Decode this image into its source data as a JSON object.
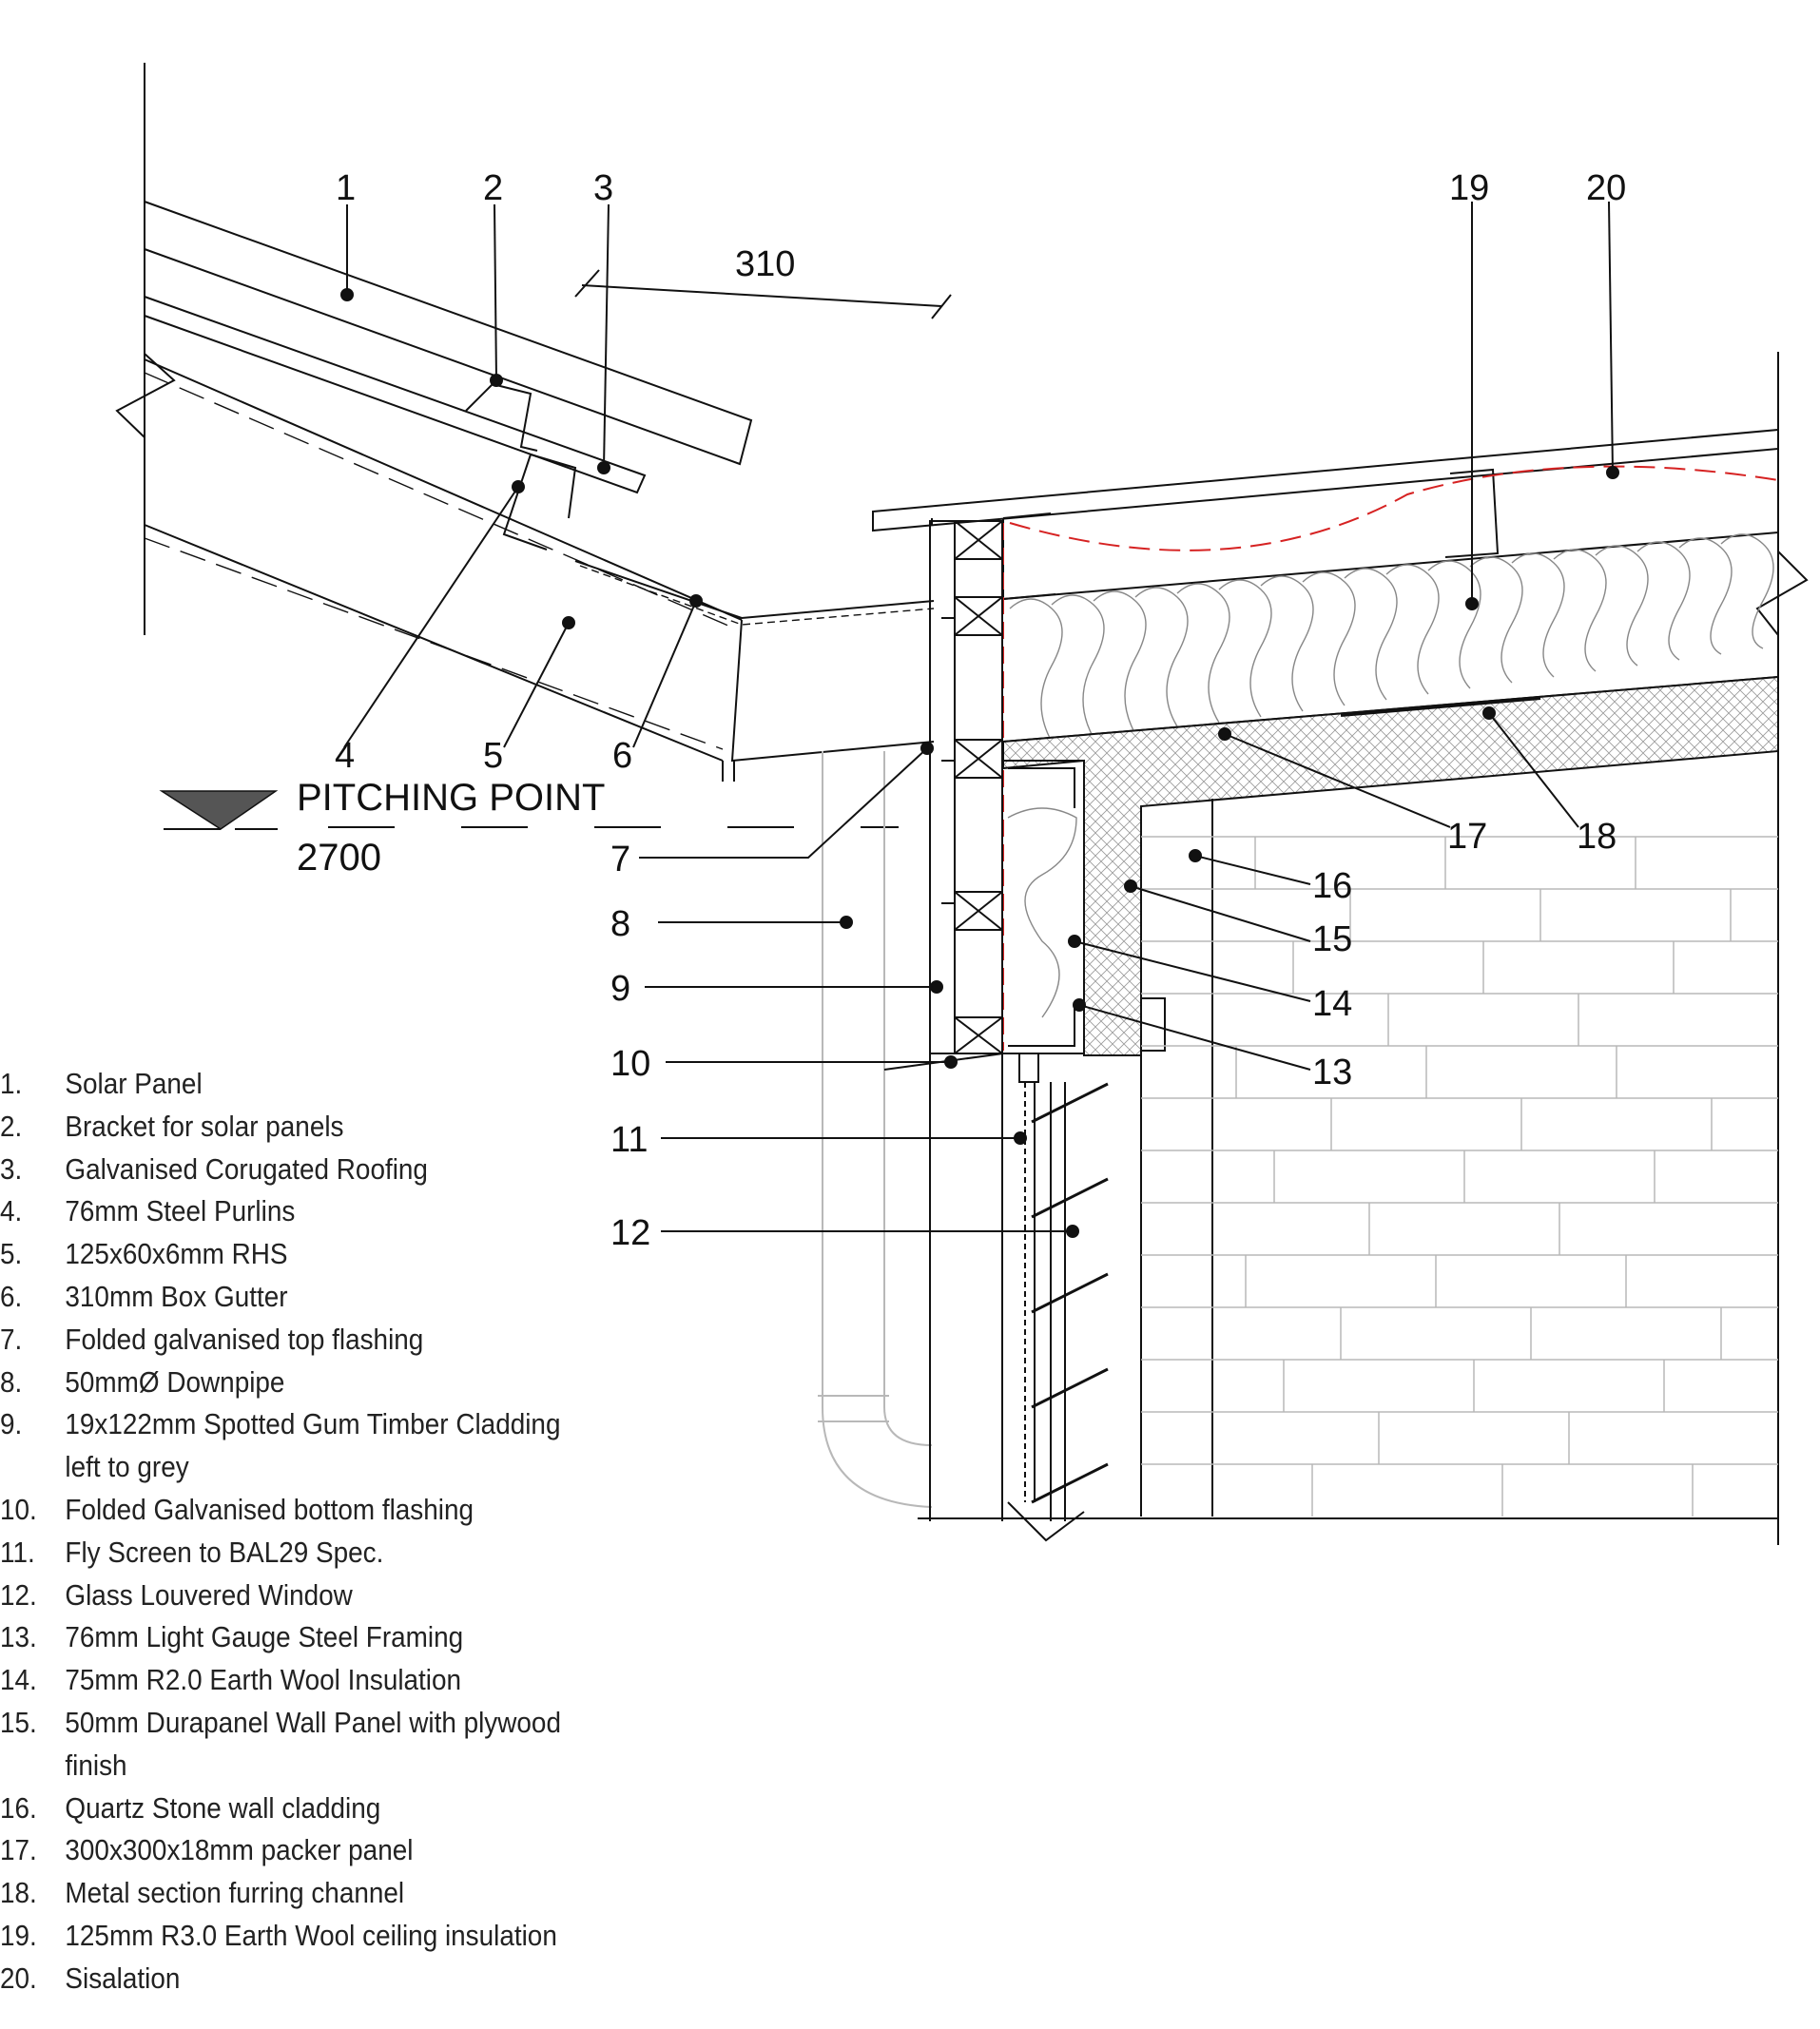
{
  "dimension": "310",
  "level": {
    "label": "PITCHING POINT",
    "value": "2700"
  },
  "callouts": [
    "1",
    "2",
    "3",
    "4",
    "5",
    "6",
    "7",
    "8",
    "9",
    "10",
    "11",
    "12",
    "13",
    "14",
    "15",
    "16",
    "17",
    "18",
    "19",
    "20"
  ],
  "legend": [
    {
      "num": "1.",
      "text": "Solar Panel"
    },
    {
      "num": "2.",
      "text": "Bracket for solar panels"
    },
    {
      "num": "3.",
      "text": "Galvanised Corugated Roofing"
    },
    {
      "num": "4.",
      "text": "76mm Steel Purlins"
    },
    {
      "num": "5.",
      "text": "125x60x6mm RHS"
    },
    {
      "num": "6.",
      "text": "310mm Box Gutter"
    },
    {
      "num": "7.",
      "text": "Folded galvanised top flashing"
    },
    {
      "num": "8.",
      "text": "50mmØ Downpipe"
    },
    {
      "num": "9.",
      "text": "19x122mm Spotted Gum Timber Cladding\nleft to grey"
    },
    {
      "num": "10.",
      "text": "Folded Galvanised bottom flashing"
    },
    {
      "num": "11.",
      "text": "Fly Screen to BAL29 Spec."
    },
    {
      "num": "12.",
      "text": "Glass Louvered Window"
    },
    {
      "num": "13.",
      "text": "76mm Light Gauge Steel Framing"
    },
    {
      "num": "14.",
      "text": "75mm R2.0 Earth Wool Insulation"
    },
    {
      "num": "15.",
      "text": "50mm Durapanel Wall Panel with plywood\nfinish"
    },
    {
      "num": "16.",
      "text": "Quartz Stone wall cladding"
    },
    {
      "num": "17.",
      "text": "300x300x18mm packer panel"
    },
    {
      "num": "18.",
      "text": "Metal section furring channel"
    },
    {
      "num": "19.",
      "text": "125mm R3.0 Earth Wool ceiling insulation"
    },
    {
      "num": "20.",
      "text": "Sisalation"
    }
  ],
  "colors": {
    "line": "#111111",
    "faint": "#b8b8b8",
    "sisalation": "#d62222"
  }
}
